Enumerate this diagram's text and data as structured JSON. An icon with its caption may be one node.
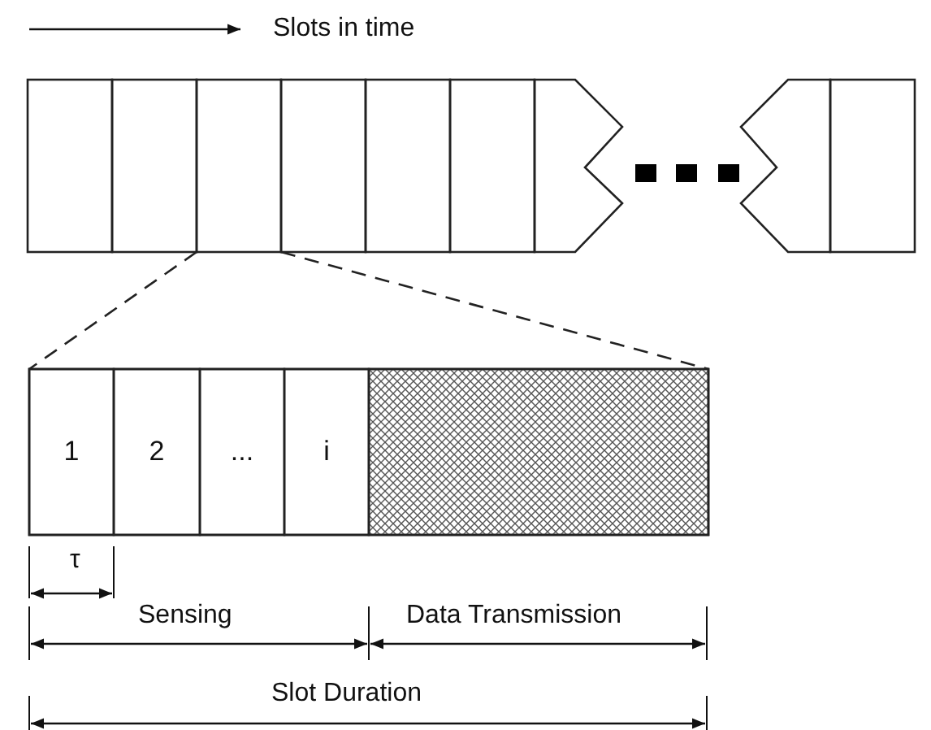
{
  "diagram": {
    "nodes": [
      {
        "text": [],
        "shape": "box"
      },
      {
        "text": [],
        "shape": "box"
      },
      {
        "text": [],
        "shape": "box"
      },
      {
        "text": [],
        "shape": "box"
      },
      {
        "text": [],
        "shape": "box"
      },
      {
        "text": [],
        "shape": "box"
      },
      {
        "text": [],
        "shape": "box"
      },
      {
        "text": [],
        "shape": "box"
      },
      {
        "text": [],
        "shape": "box"
      },
      {
        "text": [],
        "shape": "box"
      },
      {
        "text": [
          "1"
        ],
        "in": 9
      },
      {
        "text": [
          "2"
        ],
        "in": 9
      },
      {
        "text": [
          "..."
        ],
        "in": 9
      },
      {
        "text": [
          "i"
        ],
        "in": 9
      },
      {
        "text": [],
        "shape": "box",
        "in": 9
      }
    ],
    "edges": [
      {
        "from": 2,
        "to": 9,
        "arrow": "none",
        "style": "dashed"
      },
      {
        "from": 2,
        "to": 9,
        "arrow": "none",
        "style": "dashed"
      }
    ],
    "labels": [
      "Slots in time",
      "τ",
      "Sensing",
      "Data Transmission",
      "Slot Duration"
    ]
  }
}
